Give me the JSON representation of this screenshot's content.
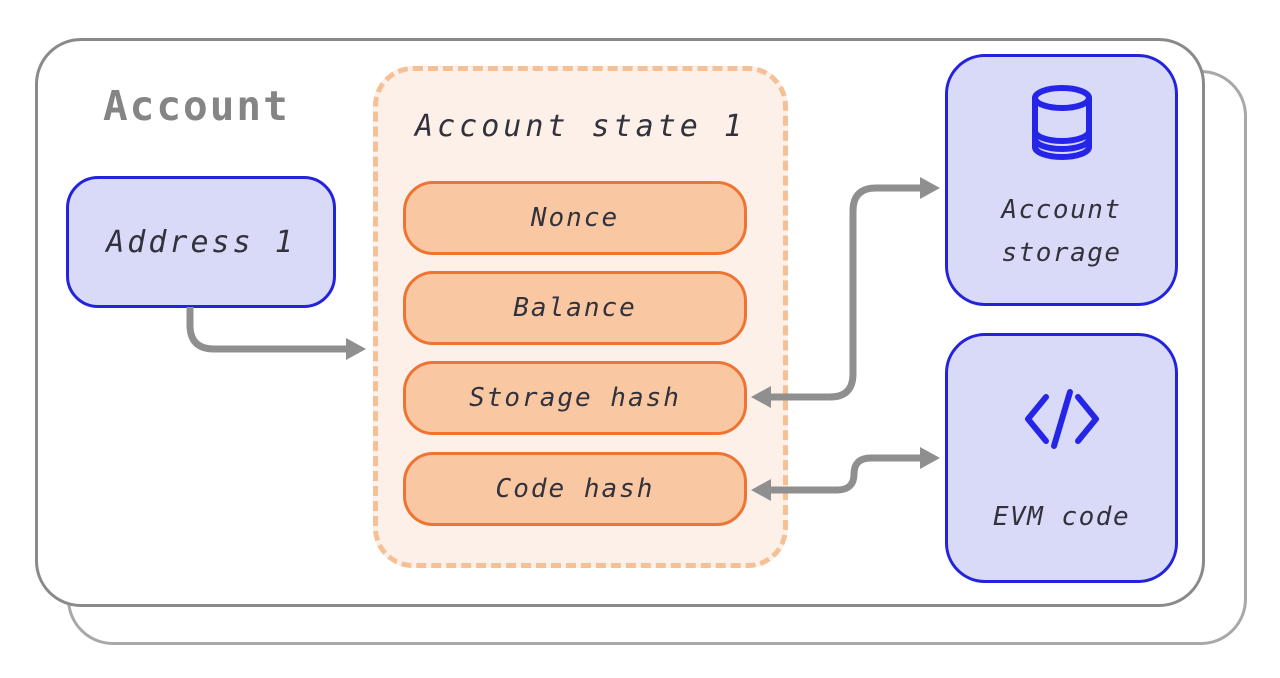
{
  "colors": {
    "bg": "#ffffff",
    "outline-gray": "#8a8a8a",
    "outline-gray-light": "#a8a8a8",
    "arrow-gray": "#8f8f8f",
    "title-gray": "#858585",
    "lavender-fill": "#d9d9f8",
    "blue-border": "#2323dc",
    "blue-icon": "#2525e8",
    "orange-border": "#ee7434",
    "orange-fill": "#f9c8a2",
    "peach-bg": "#fdf0e8",
    "peach-dash": "#f6c096",
    "text-dark": "#32323c"
  },
  "account": {
    "title": "Account",
    "address_label": "Address 1"
  },
  "state_box": {
    "title": "Account state 1",
    "fields": [
      "Nonce",
      "Balance",
      "Storage hash",
      "Code hash"
    ]
  },
  "storage_box": {
    "label": "Account storage",
    "icon": "database-icon"
  },
  "evm_box": {
    "label": "EVM code",
    "icon": "code-icon"
  }
}
